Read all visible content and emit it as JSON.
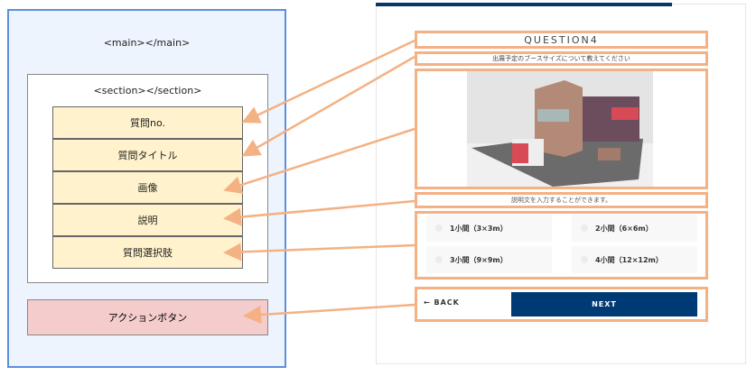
{
  "left": {
    "main_label": "<main></main>",
    "section_label": "<section></section>",
    "items": [
      "質問no.",
      "質問タイトル",
      "画像",
      "説明",
      "質問選択肢"
    ],
    "action": "アクションボタン"
  },
  "right": {
    "question_no": "QUESTION4",
    "question_title": "出展予定のブースサイズについて教えてください",
    "description": "説明文を入力することができます。",
    "options": [
      "1小間（3×3m）",
      "2小間（6×6m）",
      "3小間（9×9m）",
      "4小間（12×12m）"
    ],
    "back": "BACK",
    "next": "NEXT"
  },
  "colors": {
    "arrow": "#f4b183",
    "navy": "#003a75",
    "main_border": "#5b8fe0"
  }
}
